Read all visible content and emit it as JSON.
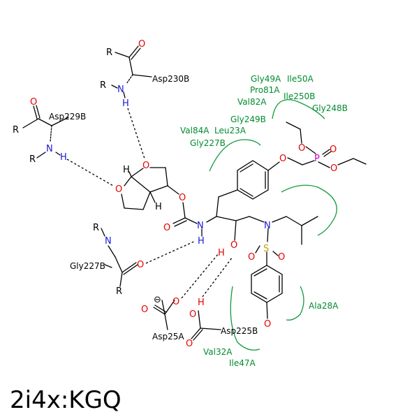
{
  "title": "2i4x:KGQ",
  "colors": {
    "bond": "#000000",
    "oxygen": "#e60000",
    "nitrogen": "#1a1ad6",
    "hydrogen": "#1a1ad6",
    "sulfur": "#c8a000",
    "phosphorus": "#c800c8",
    "hydrophobic": "#008c2e"
  },
  "residues": {
    "asp230b": "Asp230B",
    "asp229b": "Asp229B",
    "gly227b_hbond": "Gly227B",
    "asp25a": "Asp25A",
    "asp225b": "Asp225B"
  },
  "hydrophobic_contacts": {
    "gly49a": "Gly49A",
    "ile50a": "Ile50A",
    "pro81a": "Pro81A",
    "ile250b": "Ile250B",
    "val82a": "Val82A",
    "gly248b": "Gly248B",
    "gly249b": "Gly249B",
    "val84a": "Val84A",
    "leu23a": "Leu23A",
    "gly227b": "Gly227B",
    "ala28a": "Ala28A",
    "val32a": "Val32A",
    "ile47a": "Ile47A"
  },
  "atoms": {
    "R": "R",
    "O": "O",
    "N": "N",
    "H": "H",
    "S": "S",
    "P": "P",
    "charge": "⊖"
  }
}
